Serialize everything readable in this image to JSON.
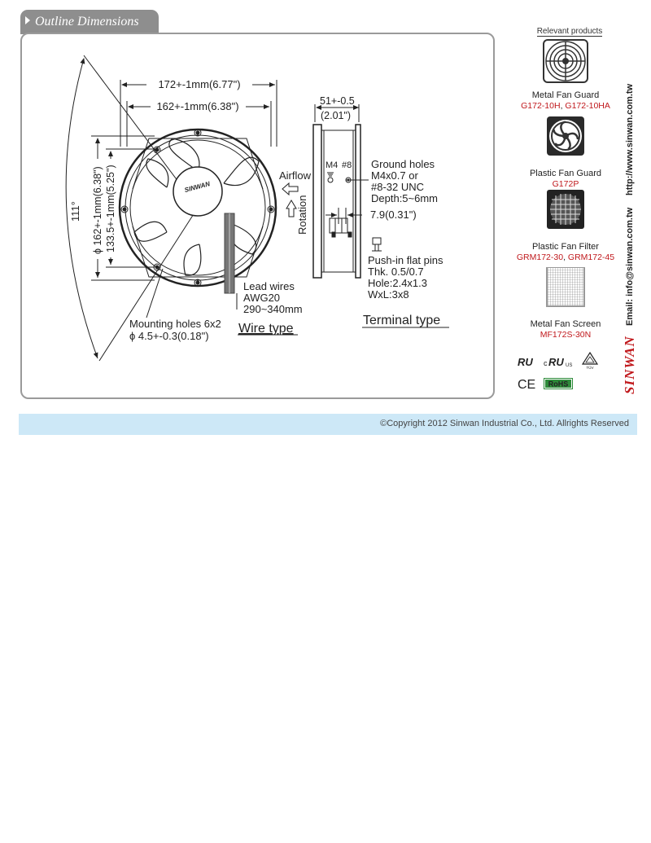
{
  "section_title": "Outline Dimensions",
  "drawing": {
    "dim_width_outer": "172+-1mm(6.77\")",
    "dim_width_inner": "162+-1mm(6.38\")",
    "dim_angle": "111°",
    "dim_dia": "ϕ 162+-1mm(6.38\")",
    "dim_hole_spacing": "133.5+-1mm(5.25\")",
    "brand_label": "SINWAN",
    "airflow_label": "Airflow",
    "rotation_label": "Rotation",
    "depth_dim": "51+-0.5",
    "depth_dim_inch": "(2.01\")",
    "m4_label": "M4",
    "hash8_label": "#8",
    "ground_holes_lines": [
      "Ground holes",
      "M4x0.7 or",
      "#8-32 UNC",
      "Depth:5~6mm"
    ],
    "terminal_offset": "7.9(0.31\")",
    "pins_lines": [
      "Push-in flat pins",
      "Thk. 0.5/0.7",
      "Hole:2.4x1.3",
      "WxL:3x8"
    ],
    "lead_lines": [
      "Lead wires",
      "AWG20",
      "290~340mm"
    ],
    "mounting_lines": [
      "Mounting holes 6x2",
      "ϕ 4.5+-0.3(0.18\")"
    ],
    "wire_type": "Wire type",
    "terminal_type": "Terminal type"
  },
  "relevant": {
    "title": "Relevant products",
    "products": [
      {
        "name": "Metal Fan Guard",
        "codes": [
          "G172-10H",
          "G172-10HA"
        ],
        "icon": "metal-fan-guard-icon"
      },
      {
        "name": "Plastic Fan Guard",
        "codes": [
          "G172P"
        ],
        "icon": "plastic-fan-guard-icon"
      },
      {
        "name": "Plastic Fan Filter",
        "codes": [
          "GRM172-30",
          "GRM172-45"
        ],
        "icon": "plastic-fan-filter-icon"
      },
      {
        "name": "Metal Fan Screen",
        "codes": [
          "MF172S-30N"
        ],
        "icon": "metal-fan-screen-icon"
      }
    ]
  },
  "certs": {
    "ul": "RU",
    "ul_c": "c",
    "ul_us": "US",
    "tuv": "TÜV",
    "ce": "CE",
    "rohs": "RoHS"
  },
  "contact": {
    "url": "http://www.sinwan.com.tw",
    "email": "Email: info@sinwan.com.tw",
    "brand": "SINWAN"
  },
  "footer": "©Copyright 2012 Sinwan Industrial Co., Ltd. Allrights Reserved",
  "colors": {
    "accent_red": "#c0181c",
    "footer_bg": "#cde8f7",
    "panel_gray": "#8e8e8e"
  }
}
